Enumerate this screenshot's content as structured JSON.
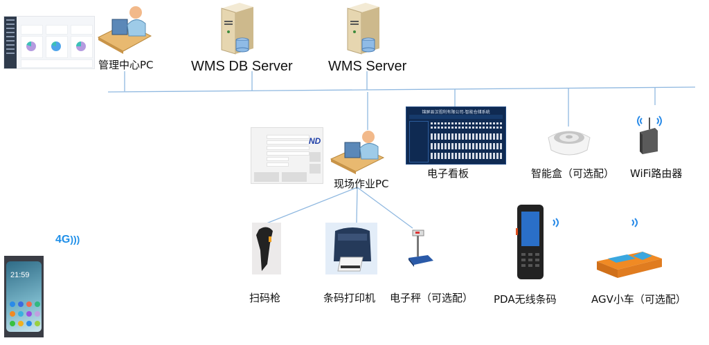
{
  "diagram": {
    "title": "WMS system network topology",
    "colors": {
      "line": "#8fb8e0",
      "text": "#111111",
      "wifi": "#2a8be8",
      "kanban_bg": "#0f2a52",
      "agv_orange": "#f08a24",
      "agv_blue": "#3aa7df"
    },
    "nodes": {
      "mgmt_pc": {
        "label": "管理中心PC",
        "icon": "operator-pc-icon"
      },
      "db_server": {
        "label": "WMS DB Server",
        "icon": "database-server-icon"
      },
      "wms_server": {
        "label": "WMS Server",
        "icon": "database-server-icon"
      },
      "kanban": {
        "label": "电子看板",
        "screen_title": "锦屏县汉祖利有限公司-智能仓储系统",
        "icon": "display-board-icon"
      },
      "smart_box": {
        "label": "智能盒（可选配）",
        "icon": "smart-box-icon"
      },
      "wifi_router": {
        "label": "WiFi路由器",
        "icon": "wifi-router-icon"
      },
      "field_pc": {
        "label": "现场作业PC",
        "icon": "operator-pc-icon"
      },
      "scanner": {
        "label": "扫码枪",
        "icon": "barcode-scanner-icon"
      },
      "printer": {
        "label": "条码打印机",
        "icon": "label-printer-icon"
      },
      "scale": {
        "label": "电子秤（可选配）",
        "icon": "weighing-scale-icon"
      },
      "pda": {
        "label": "PDA无线条码",
        "icon": "pda-icon"
      },
      "agv": {
        "label": "AGV小车（可选配）",
        "icon": "agv-cart-icon"
      },
      "mobile": {
        "label": "4G",
        "time": "21:59",
        "icon": "smartphone-icon"
      }
    },
    "form_logo": "ND"
  }
}
